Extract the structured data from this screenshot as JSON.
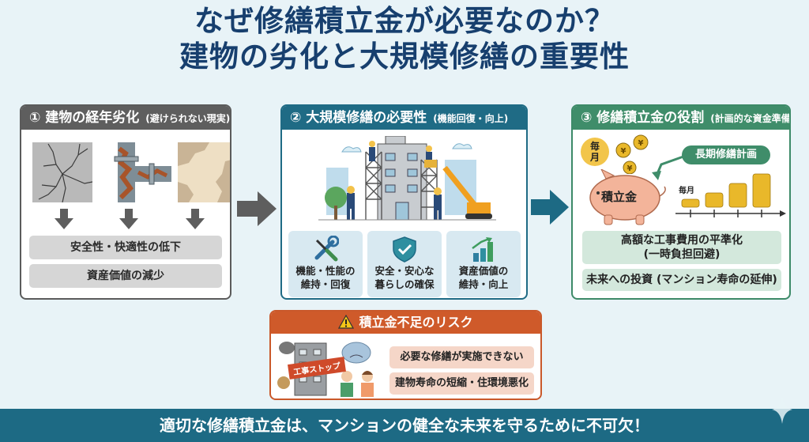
{
  "title": {
    "line1": "なぜ修繕積立金が必要なのか？",
    "line2": "建物の劣化と大規模修繕の重要性"
  },
  "section1": {
    "heading": "① 建物の経年劣化",
    "subheading": "(避けられない現実)",
    "images": [
      "cracked-concrete",
      "rusty-pipe",
      "peeling-wall"
    ],
    "results": [
      "安全性・快適性の低下",
      "資産価値の減少"
    ]
  },
  "section2": {
    "heading": "② 大規模修繕の必要性",
    "subheading": "(機能回復・向上)",
    "features": [
      {
        "icon": "wrench-screwdriver-icon",
        "line1": "機能・性能の",
        "line2": "維持・回復"
      },
      {
        "icon": "shield-check-icon",
        "line1": "安全・安心な",
        "line2": "暮らしの確保"
      },
      {
        "icon": "growth-chart-icon",
        "line1": "資産価値の",
        "line2": "維持・向上"
      }
    ]
  },
  "section3": {
    "heading": "③ 修繕積立金の役割",
    "subheading": "(計画的な資金準備)",
    "monthly_badge": "毎月",
    "piggy_label": "積立金",
    "plan_label": "長期修繕計画",
    "stack_label": "毎月",
    "benefits": [
      {
        "line1": "高額な工事費用の平準化",
        "line2": "(一時負担回避)"
      },
      {
        "line1": "未来への投資 (マンション寿命の延伸)"
      }
    ]
  },
  "risk": {
    "heading": "積立金不足のリスク",
    "stop_sign": "工事ストップ",
    "items": [
      "必要な修繕が実施できない",
      "建物寿命の短縮・住環境悪化"
    ]
  },
  "footer": {
    "message": "適切な修繕積立金は、マンションの健全な未来を守るために不可欠！"
  },
  "colors": {
    "title": "#173f6e",
    "section1": "#5e5e5e",
    "section2": "#1f6b85",
    "section3": "#3f8d6a",
    "risk": "#cf5a2a",
    "footer": "#1d6a84"
  }
}
